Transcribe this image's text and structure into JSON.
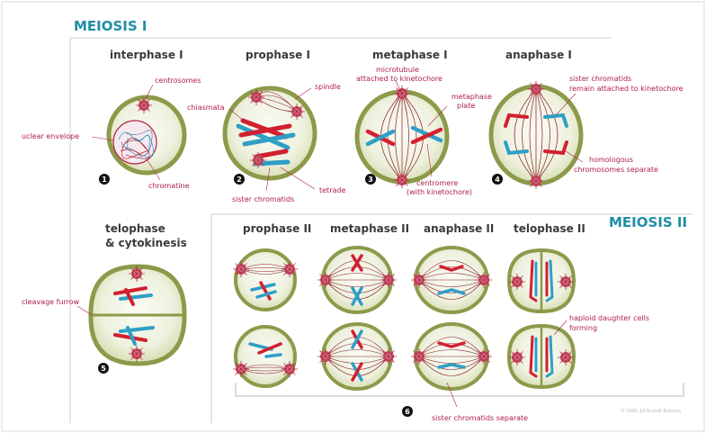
{
  "titles": {
    "meiosis_1": "MEIOSIS I",
    "meiosis_2": "MEIOSIS II"
  },
  "stages": {
    "interphase_1": "interphase I",
    "prophase_1": "prophase I",
    "metaphase_1": "metaphase I",
    "anaphase_1": "anaphase I",
    "telophase_1_line1": "telophase",
    "telophase_1_line2": "& cytokinesis",
    "prophase_2": "prophase II",
    "metaphase_2": "metaphase II",
    "anaphase_2": "anaphase II",
    "telophase_2": "telophase II"
  },
  "labels": {
    "centrosomes": "centrosomes",
    "nuclear_envelope": "uclear envelope",
    "chromatine": "chromatine",
    "chiasmata": "chiasmata",
    "spindle": "spindle",
    "sister_chromatids": "sister chromatids",
    "tetrade": "tetrade",
    "microtubule_1": "microtubule",
    "microtubule_2": "attached to kinetochore",
    "metaphase_plate_1": "metaphase",
    "metaphase_plate_2": "plate",
    "centromere_1": "centromere",
    "centromere_2": "(with kinetochore)",
    "sister_attached_1": "sister chromatids",
    "sister_attached_2": "remain attached to kinetochore",
    "homologous_1": "homologous",
    "homologous_2": "chromosomes separate",
    "cleavage_furrow": "cleavage furrow",
    "haploid_1": "haploid daughter cells",
    "haploid_2": "forming",
    "sister_separate": "sister chromatids separate",
    "credit": "© CNRL Jill Brandt Robison"
  },
  "steps": [
    "1",
    "2",
    "3",
    "4",
    "5",
    "6"
  ],
  "colors": {
    "title_teal": "#1f8ea5",
    "header_gray": "#3a3a3a",
    "label_red": "#b02045",
    "chromosome_red": "#d2202f",
    "chromosome_blue": "#2e9fc6",
    "cell_rim": "#8c9a4a",
    "cell_fill": "#f4f5ea",
    "spindle_line": "#8a1f2e",
    "frame_line": "#c8c8c8"
  },
  "icons": {
    "centrosome": "centrosome-icon"
  }
}
